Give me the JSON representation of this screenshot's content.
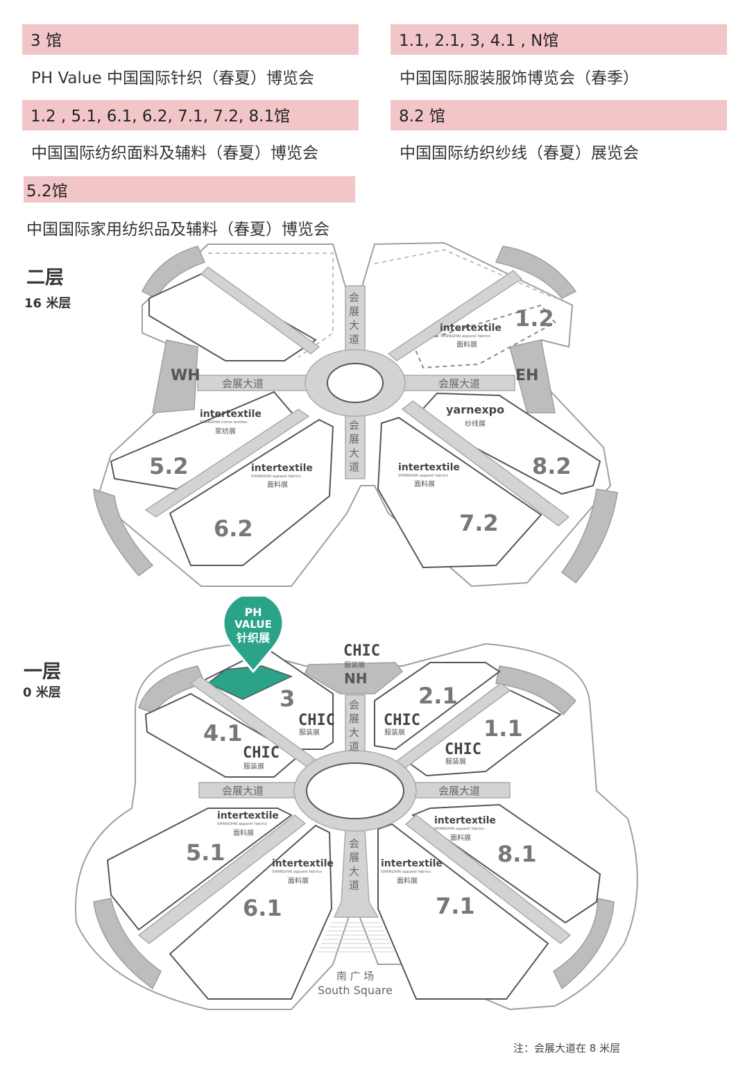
{
  "legend": [
    {
      "halls": "3 馆",
      "name": "PH Value 中国国际针织（春夏）博览会"
    },
    {
      "halls": "1.1, 2.1, 3, 4.1 , N馆",
      "name": "中国国际服装服饰博览会（春季）"
    },
    {
      "halls": "1.2 , 5.1, 6.1, 6.2, 7.1, 7.2, 8.1馆",
      "name": "中国国际纺织面料及辅料（春夏）博览会"
    },
    {
      "halls": "8.2 馆",
      "name": "中国国际纺织纱线（春夏）展览会"
    },
    {
      "halls": "5.2馆",
      "name": "中国国际家用纺织品及辅料（春夏）博览会"
    }
  ],
  "upper_floor": {
    "title": "二层",
    "subtitle": "16 米层",
    "boulevard_h": "会展大道",
    "boulevard_v": "会展大道",
    "hall_wh": "WH",
    "hall_eh": "EH",
    "halls": [
      {
        "id": "1.2",
        "brand": "intertextile",
        "brand_sub": "SHANGHAI apparel fabrics",
        "cn": "面料展"
      },
      {
        "id": "5.2",
        "brand": "intertextile",
        "brand_sub": "SHANGHAI home textiles",
        "cn": "家纺展"
      },
      {
        "id": "6.2",
        "brand": "intertextile",
        "brand_sub": "SHANGHAI apparel fabrics",
        "cn": "面料展"
      },
      {
        "id": "7.2",
        "brand": "intertextile",
        "brand_sub": "SHANGHAI apparel fabrics",
        "cn": "面料展"
      },
      {
        "id": "8.2",
        "brand": "yarnexpo",
        "brand_sub": "",
        "cn": "纱线展"
      }
    ]
  },
  "lower_floor": {
    "title": "一层",
    "subtitle": "0 米层",
    "boulevard_h": "会展大道",
    "boulevard_v": "会展大道",
    "pin": {
      "line1": "PH",
      "line2": "VALUE",
      "line3": "针织展"
    },
    "hall_nh": "NH",
    "chic": "CHIC",
    "chic_cn": "服装展",
    "halls": [
      {
        "id": "3"
      },
      {
        "id": "4.1"
      },
      {
        "id": "2.1"
      },
      {
        "id": "1.1"
      },
      {
        "id": "5.1",
        "brand": "intertextile",
        "brand_sub": "SHANGHAI apparel fabrics",
        "cn": "面料展"
      },
      {
        "id": "6.1",
        "brand": "intertextile",
        "brand_sub": "SHANGHAI apparel fabrics",
        "cn": "面料展"
      },
      {
        "id": "7.1",
        "brand": "intertextile",
        "brand_sub": "SHANGHAI apparel fabrics",
        "cn": "面料展"
      },
      {
        "id": "8.1",
        "brand": "intertextile",
        "brand_sub": "SHANGHAI apparel fabrics",
        "cn": "面料展"
      }
    ],
    "south_cn": "南 广 场",
    "south_en": "South Square"
  },
  "note": "注：会展大道在 8 米层",
  "colors": {
    "header_bg": "#f2c6c8",
    "pin": "#2aa389",
    "road": "#d3d3d3",
    "dark_gray": "#bdbdbd"
  }
}
